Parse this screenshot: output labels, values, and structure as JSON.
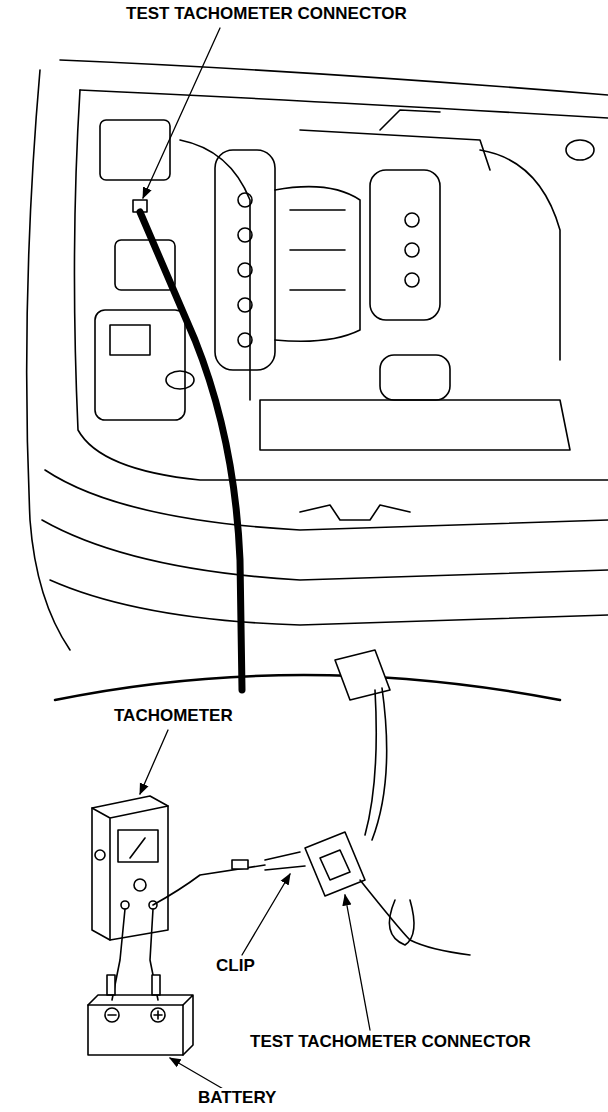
{
  "diagram": {
    "labels": [
      "TEST TACHOMETER CONNECTOR",
      "TACHOMETER",
      "CLIP",
      "TEST TACHOMETER CONNECTOR",
      "BATTERY"
    ]
  }
}
